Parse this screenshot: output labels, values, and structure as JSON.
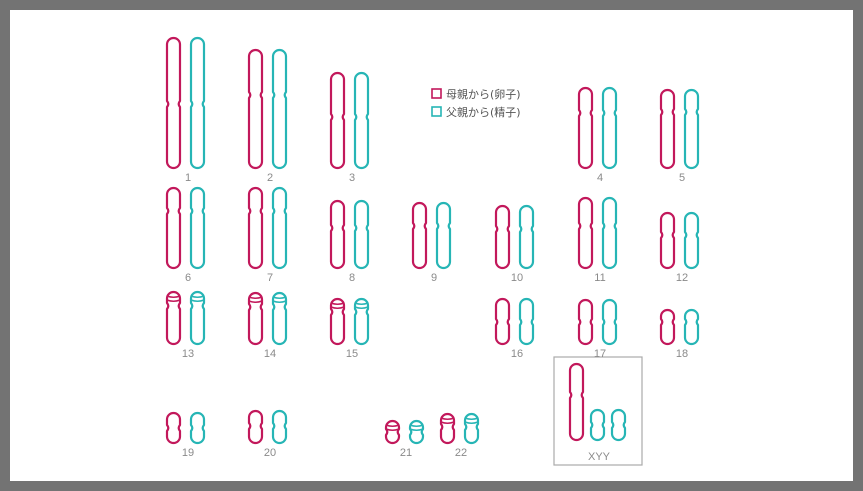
{
  "colors": {
    "maternal": "#c2185b",
    "paternal": "#26b5b5",
    "frame_border": "#737373",
    "label": "#8a8a8a",
    "box_border": "#aaaaaa"
  },
  "legend": {
    "maternal_label": "母親から(卵子)",
    "paternal_label": "父親から(精子)"
  },
  "chromosomes": [
    {
      "label": "1"
    },
    {
      "label": "2"
    },
    {
      "label": "3"
    },
    {
      "label": "4"
    },
    {
      "label": "5"
    },
    {
      "label": "6"
    },
    {
      "label": "7"
    },
    {
      "label": "8"
    },
    {
      "label": "9"
    },
    {
      "label": "10"
    },
    {
      "label": "11"
    },
    {
      "label": "12"
    },
    {
      "label": "13"
    },
    {
      "label": "14"
    },
    {
      "label": "15"
    },
    {
      "label": "16"
    },
    {
      "label": "17"
    },
    {
      "label": "18"
    },
    {
      "label": "19"
    },
    {
      "label": "20"
    },
    {
      "label": "21"
    },
    {
      "label": "22"
    },
    {
      "label": "XYY"
    }
  ]
}
